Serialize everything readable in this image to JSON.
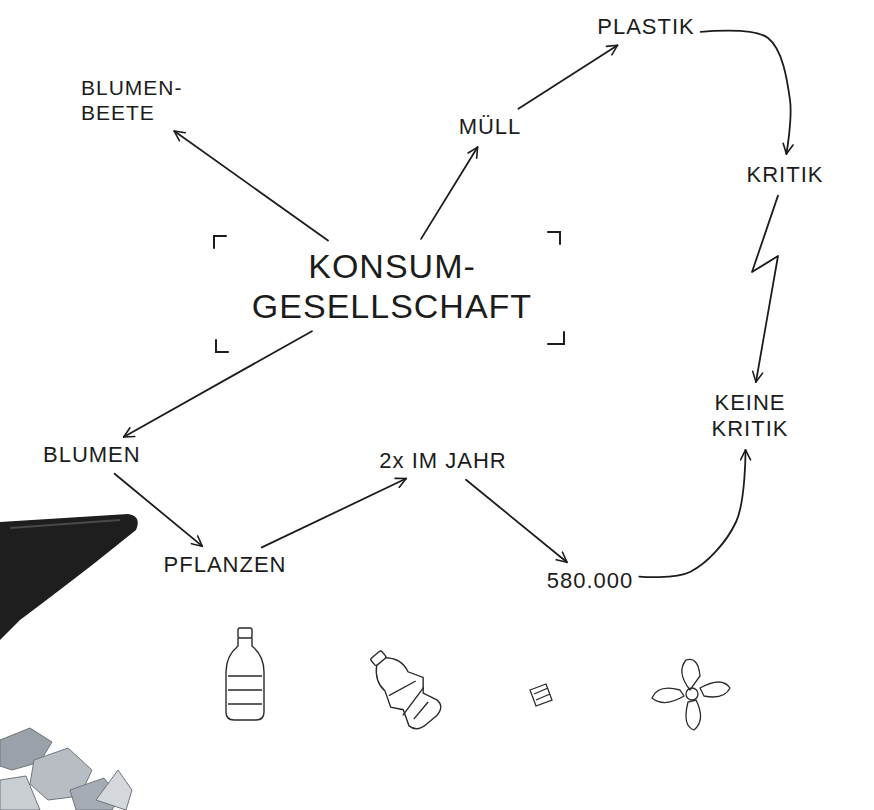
{
  "diagram": {
    "nodes": [
      {
        "text": [
          "KONSUM- GESELLSCHAFT"
        ]
      },
      {
        "text": [
          "BLUMEN- BEETE"
        ]
      },
      {
        "text": [
          "MÜLL"
        ]
      },
      {
        "text": [
          "PLASTIK"
        ]
      },
      {
        "text": [
          "KRITIK"
        ]
      },
      {
        "text": [
          "KEINE KRITIK"
        ]
      },
      {
        "text": [
          "BLUMEN"
        ]
      },
      {
        "text": [
          "PFLANZEN"
        ]
      },
      {
        "text": [
          "2x IM JAHR"
        ]
      },
      {
        "text": [
          "580.000"
        ]
      }
    ],
    "edges": [
      {
        "from": 0,
        "to": 1,
        "arrow": "to"
      },
      {
        "from": 0,
        "to": 2,
        "arrow": "to"
      },
      {
        "from": 2,
        "to": 3,
        "arrow": "to"
      },
      {
        "from": 3,
        "to": 4,
        "arrow": "to"
      },
      {
        "from": 4,
        "to": 5,
        "arrow": "to"
      },
      {
        "from": 0,
        "to": 6,
        "arrow": "to"
      },
      {
        "from": 6,
        "to": 7,
        "arrow": "to"
      },
      {
        "from": 7,
        "to": 8,
        "arrow": "to"
      },
      {
        "from": 8,
        "to": 9,
        "arrow": "to"
      },
      {
        "from": 9,
        "to": 5,
        "arrow": "to"
      }
    ]
  }
}
